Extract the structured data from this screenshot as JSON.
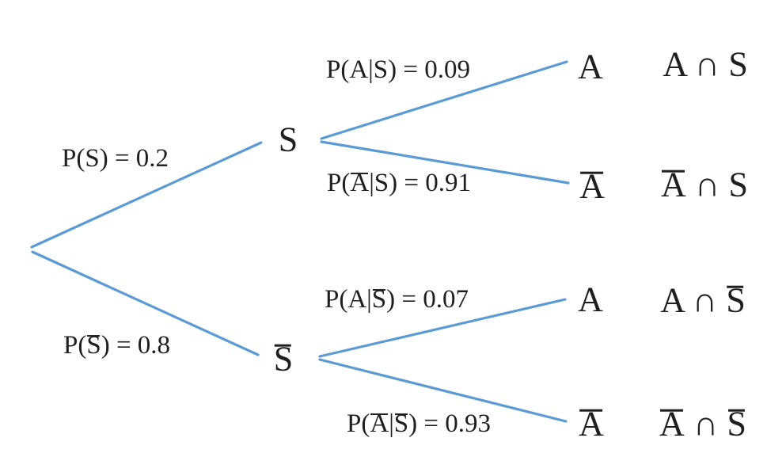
{
  "diagram": {
    "type": "probability-tree",
    "colors": {
      "branch_line": "#5B9BD5",
      "text": "#1f1f1f",
      "background": "#ffffff"
    },
    "tree": {
      "level1": [
        {
          "node": "S",
          "edge_label": "P(S) = 0.2",
          "probability": 0.2
        },
        {
          "node": "S̅",
          "edge_label": "P(S̅) = 0.8",
          "probability": 0.8
        }
      ],
      "level2": [
        {
          "parent": "S",
          "node": "A",
          "edge_label": "P(A|S) = 0.09",
          "probability": 0.09,
          "outcome": "A ∩ S"
        },
        {
          "parent": "S",
          "node": "A̅",
          "edge_label": "P(A̅|S) = 0.91",
          "probability": 0.91,
          "outcome": "A̅ ∩ S"
        },
        {
          "parent": "S̅",
          "node": "A",
          "edge_label": "P(A|S̅) = 0.07",
          "probability": 0.07,
          "outcome": "A ∩ S̅"
        },
        {
          "parent": "S̅",
          "node": "A̅",
          "edge_label": "P(A̅|S̅) = 0.93",
          "probability": 0.93,
          "outcome": "A̅ ∩ S̅"
        }
      ]
    }
  },
  "labels": {
    "node_s": [
      {
        "t": "S"
      }
    ],
    "node_sbar": [
      {
        "t": "S",
        "bar": true
      }
    ],
    "node_a_s": [
      {
        "t": "A"
      }
    ],
    "node_abar_s": [
      {
        "t": "A",
        "bar": true
      }
    ],
    "node_a_sbar": [
      {
        "t": "A"
      }
    ],
    "node_abar_sbar": [
      {
        "t": "A",
        "bar": true
      }
    ],
    "edge_s": [
      {
        "t": "P(S) = 0.2"
      }
    ],
    "edge_sbar": [
      {
        "t": "P("
      },
      {
        "t": "S",
        "bar": true
      },
      {
        "t": ") = 0.8"
      }
    ],
    "edge_a_s": [
      {
        "t": "P(A|S) = 0.09"
      }
    ],
    "edge_abar_s": [
      {
        "t": "P("
      },
      {
        "t": "A",
        "bar": true
      },
      {
        "t": "|S) = 0.91"
      }
    ],
    "edge_a_sbar": [
      {
        "t": "P(A|"
      },
      {
        "t": "S",
        "bar": true
      },
      {
        "t": ") = 0.07"
      }
    ],
    "edge_abar_sbar": [
      {
        "t": "P("
      },
      {
        "t": "A",
        "bar": true
      },
      {
        "t": "|"
      },
      {
        "t": "S",
        "bar": true
      },
      {
        "t": ") = 0.93"
      }
    ],
    "outcome_a_s": [
      {
        "t": "A ∩ S"
      }
    ],
    "outcome_abar_s": [
      {
        "t": "A",
        "bar": true
      },
      {
        "t": " ∩ S"
      }
    ],
    "outcome_a_sbar": [
      {
        "t": "A ∩ "
      },
      {
        "t": "S",
        "bar": true
      }
    ],
    "outcome_abar_sbar": [
      {
        "t": "A",
        "bar": true
      },
      {
        "t": " ∩ "
      },
      {
        "t": "S",
        "bar": true
      }
    ]
  }
}
